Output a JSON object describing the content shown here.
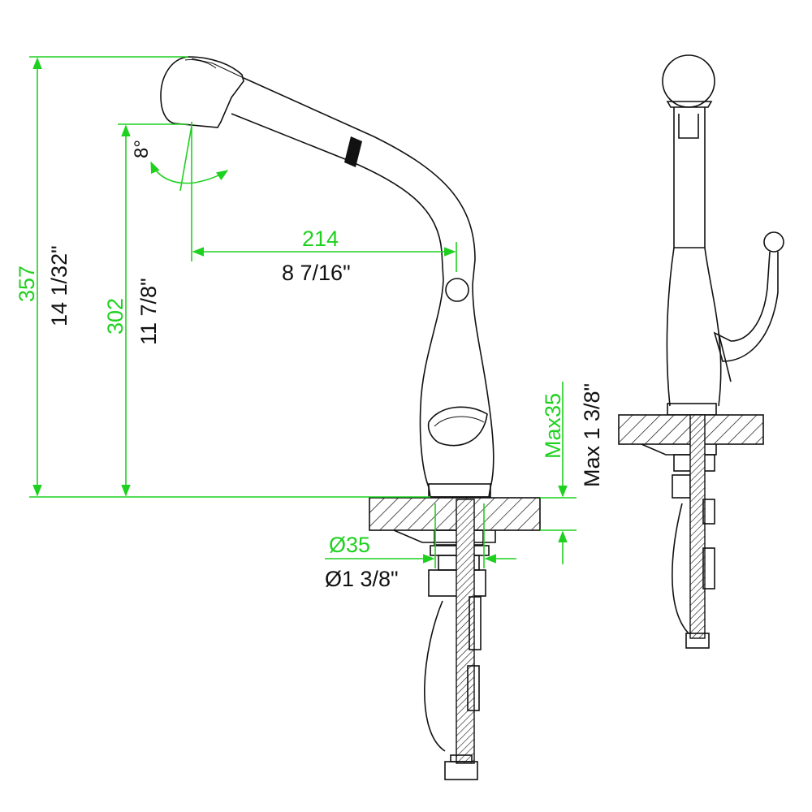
{
  "dimensions": {
    "total_height": {
      "metric": "357",
      "imperial": "14 1/32\""
    },
    "spout_height": {
      "metric": "302",
      "imperial": "11 7/8\""
    },
    "spout_reach": {
      "metric": "214",
      "imperial": "8 7/16\""
    },
    "mount_hole": {
      "metric": "Ø35",
      "imperial": "Ø1 3/8\""
    },
    "max_deck": {
      "metric": "Max35",
      "imperial": "Max 1 3/8\""
    },
    "swivel_angle": {
      "metric": "8°"
    }
  },
  "colors": {
    "dimension": "#1fd11f",
    "outline": "#111111"
  }
}
